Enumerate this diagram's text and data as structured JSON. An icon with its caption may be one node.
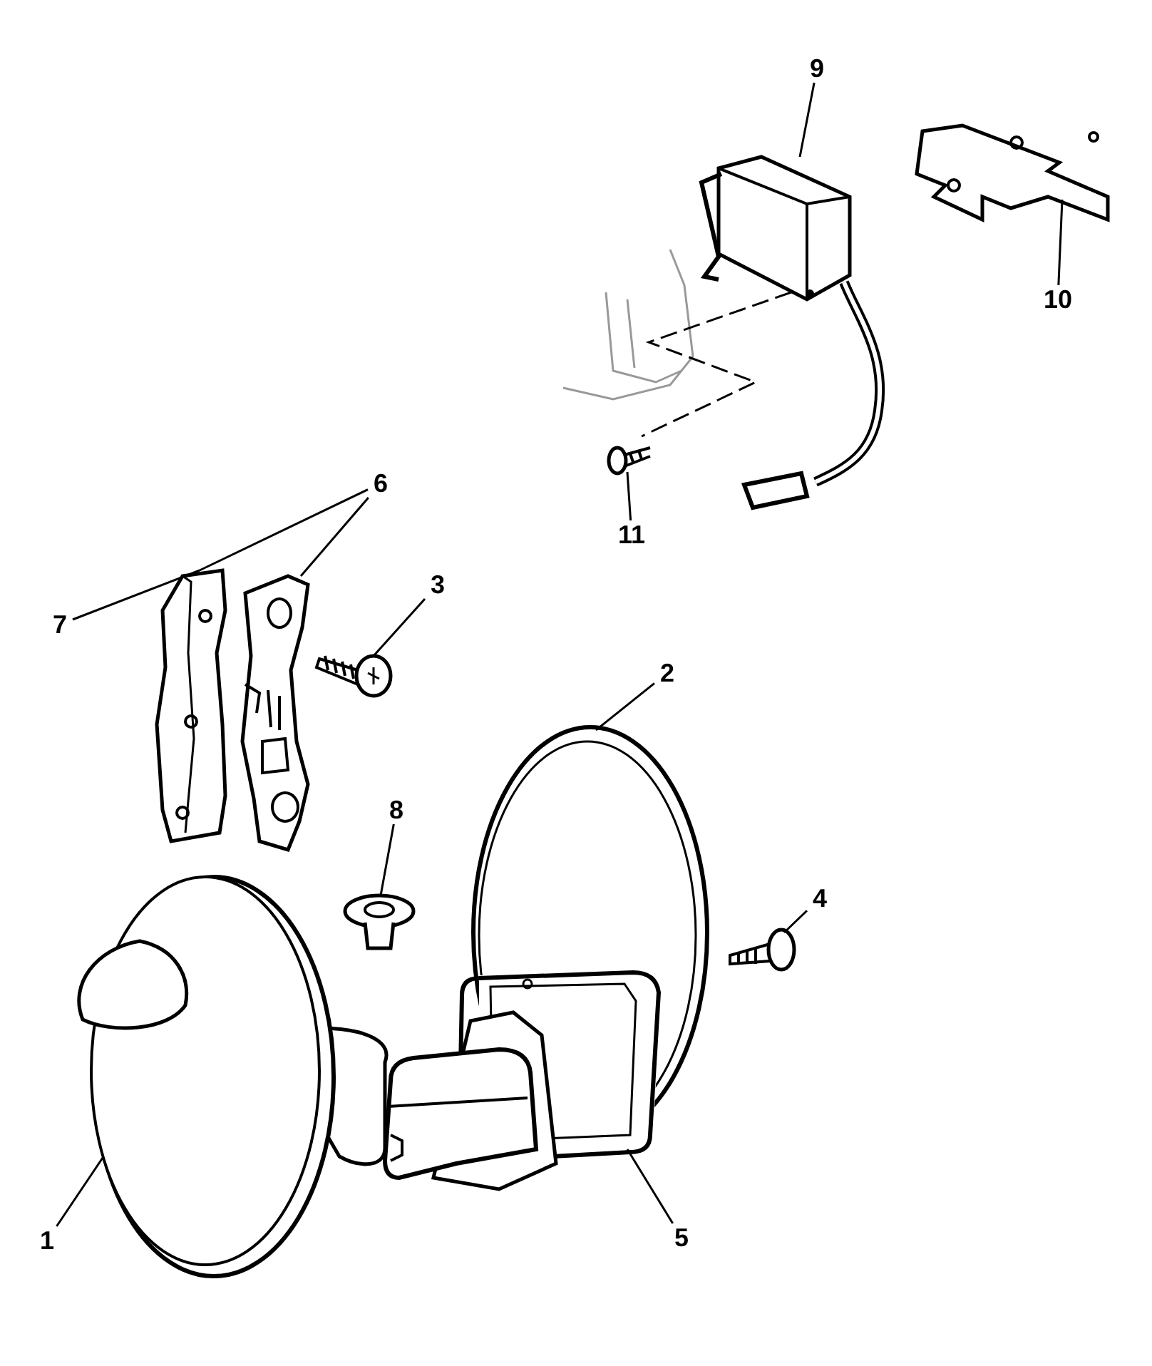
{
  "diagram": {
    "nodes": [
      {
        "text": [
          "9"
        ]
      },
      {
        "text": [
          "10"
        ]
      },
      {
        "text": [
          "11"
        ]
      },
      {
        "text": [
          "6"
        ]
      },
      {
        "text": [
          "7"
        ]
      },
      {
        "text": [
          "3"
        ]
      },
      {
        "text": [
          "2"
        ]
      },
      {
        "text": [
          "8"
        ]
      },
      {
        "text": [
          "4"
        ]
      },
      {
        "text": [
          "1"
        ]
      },
      {
        "text": [
          "5"
        ]
      },
      {
        "text": [],
        "shape": "picture"
      },
      {
        "text": [],
        "shape": "picture"
      },
      {
        "text": [],
        "shape": "picture"
      },
      {
        "text": [],
        "shape": "picture"
      },
      {
        "text": [],
        "shape": "picture"
      },
      {
        "text": [],
        "shape": "picture"
      },
      {
        "text": [],
        "shape": "picture"
      },
      {
        "text": [],
        "shape": "picture"
      },
      {
        "text": [],
        "shape": "picture"
      },
      {
        "text": [],
        "shape": "picture"
      },
      {
        "text": [],
        "shape": "picture"
      }
    ],
    "edges": [
      {
        "from": 0,
        "to": 11,
        "arrow": "none"
      },
      {
        "from": 1,
        "to": 12,
        "arrow": "none"
      },
      {
        "from": 2,
        "to": 13,
        "arrow": "none"
      },
      {
        "from": 3,
        "to": 14,
        "arrow": "none"
      },
      {
        "from": 3,
        "to": 15,
        "arrow": "none"
      },
      {
        "from": 4,
        "to": 15,
        "arrow": "none"
      },
      {
        "from": 5,
        "to": 16,
        "arrow": "none"
      },
      {
        "from": 6,
        "to": 17,
        "arrow": "none"
      },
      {
        "from": 7,
        "to": 18,
        "arrow": "none"
      },
      {
        "from": 8,
        "to": 19,
        "arrow": "none"
      },
      {
        "from": 9,
        "to": 20,
        "arrow": "none"
      },
      {
        "from": 10,
        "to": 21,
        "arrow": "none"
      }
    ]
  }
}
